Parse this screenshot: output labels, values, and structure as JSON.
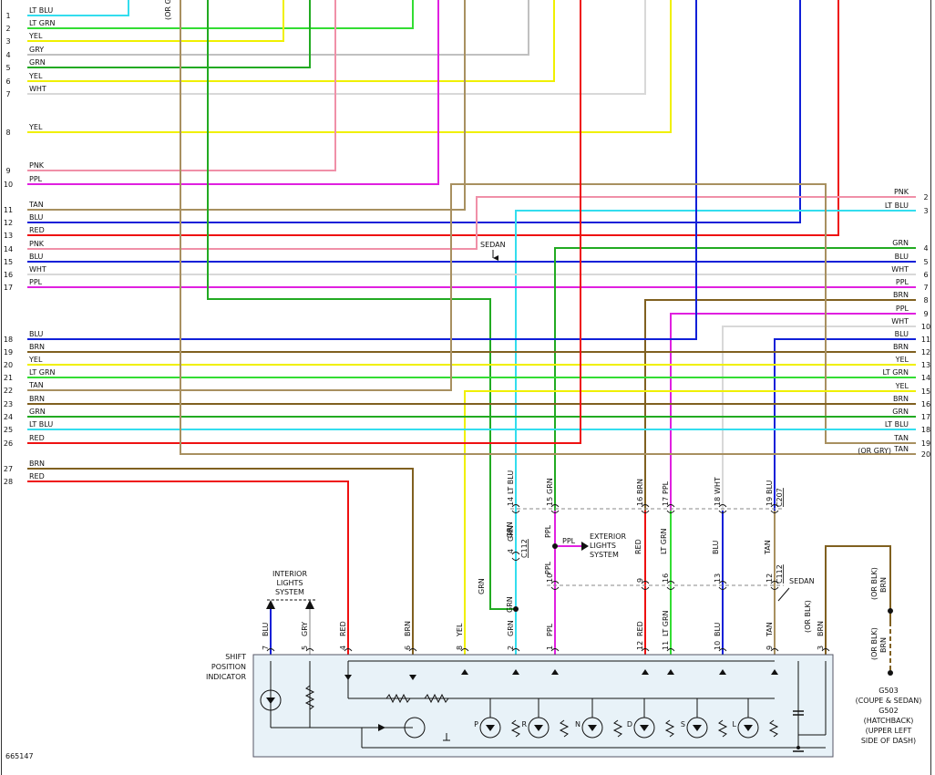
{
  "figure_id": "665147",
  "left_pins": [
    {
      "pin": "1",
      "label": "LT BLU",
      "color": "#33ddee"
    },
    {
      "pin": "2",
      "label": "LT GRN",
      "color": "#33dd33"
    },
    {
      "pin": "3",
      "label": "YEL",
      "color": "#f0f000"
    },
    {
      "pin": "4",
      "label": "GRY",
      "color": "#c0c0c0"
    },
    {
      "pin": "5",
      "label": "GRN",
      "color": "#22aa22"
    },
    {
      "pin": "6",
      "label": "YEL",
      "color": "#f0f000"
    },
    {
      "pin": "7",
      "label": "WHT",
      "color": "#d8d8d8"
    },
    {
      "pin": "8",
      "label": "YEL",
      "color": "#f0f000"
    },
    {
      "pin": "9",
      "label": "PNK",
      "color": "#f090a8"
    },
    {
      "pin": "10",
      "label": "PPL",
      "color": "#e020e0"
    },
    {
      "pin": "11",
      "label": "TAN",
      "color": "#a89060"
    },
    {
      "pin": "12",
      "label": "BLU",
      "color": "#1020d8"
    },
    {
      "pin": "13",
      "label": "RED",
      "color": "#ee1111"
    },
    {
      "pin": "14",
      "label": "PNK",
      "color": "#f090a8"
    },
    {
      "pin": "15",
      "label": "BLU",
      "color": "#1020d8"
    },
    {
      "pin": "16",
      "label": "WHT",
      "color": "#d8d8d8"
    },
    {
      "pin": "17",
      "label": "PPL",
      "color": "#e020e0"
    },
    {
      "pin": "18",
      "label": "BLU",
      "color": "#1020d8"
    },
    {
      "pin": "19",
      "label": "BRN",
      "color": "#806020"
    },
    {
      "pin": "20",
      "label": "YEL",
      "color": "#f0f000"
    },
    {
      "pin": "21",
      "label": "LT GRN",
      "color": "#33dd33"
    },
    {
      "pin": "22",
      "label": "TAN",
      "color": "#a89060"
    },
    {
      "pin": "23",
      "label": "BRN",
      "color": "#806020"
    },
    {
      "pin": "24",
      "label": "GRN",
      "color": "#22aa22"
    },
    {
      "pin": "25",
      "label": "LT BLU",
      "color": "#33ddee"
    },
    {
      "pin": "26",
      "label": "RED",
      "color": "#ee1111"
    },
    {
      "pin": "27",
      "label": "BRN",
      "color": "#806020"
    },
    {
      "pin": "28",
      "label": "RED",
      "color": "#ee1111"
    }
  ],
  "right_pins": [
    {
      "pin": "2",
      "label": "PNK",
      "color": "#f090a8"
    },
    {
      "pin": "3",
      "label": "LT BLU",
      "color": "#33ddee"
    },
    {
      "pin": "4",
      "label": "GRN",
      "color": "#22aa22"
    },
    {
      "pin": "5",
      "label": "BLU",
      "color": "#1020d8"
    },
    {
      "pin": "6",
      "label": "WHT",
      "color": "#d8d8d8"
    },
    {
      "pin": "7",
      "label": "PPL",
      "color": "#e020e0"
    },
    {
      "pin": "8",
      "label": "BRN",
      "color": "#806020"
    },
    {
      "pin": "9",
      "label": "PPL",
      "color": "#e020e0"
    },
    {
      "pin": "10",
      "label": "WHT",
      "color": "#d8d8d8"
    },
    {
      "pin": "11",
      "label": "BLU",
      "color": "#1020d8"
    },
    {
      "pin": "12",
      "label": "BRN",
      "color": "#806020"
    },
    {
      "pin": "13",
      "label": "YEL",
      "color": "#f0f000"
    },
    {
      "pin": "14",
      "label": "LT GRN",
      "color": "#33dd33"
    },
    {
      "pin": "15",
      "label": "YEL",
      "color": "#f0f000"
    },
    {
      "pin": "16",
      "label": "BRN",
      "color": "#806020"
    },
    {
      "pin": "17",
      "label": "GRN",
      "color": "#22aa22"
    },
    {
      "pin": "18",
      "label": "LT BLU",
      "color": "#33ddee"
    },
    {
      "pin": "19",
      "label": "TAN",
      "color": "#a89060"
    },
    {
      "pin": "20",
      "label": "TAN",
      "color": "#a89060",
      "note": "(OR GRY)"
    }
  ],
  "top_clip_label": "(OR G",
  "sedan_label": "SEDAN",
  "connectors": {
    "c207": "C207",
    "c112": "C112"
  },
  "c207_terminals": [
    {
      "pin": "14",
      "label": "LT BLU",
      "color": "#33ddee"
    },
    {
      "pin": "15",
      "label": "GRN",
      "color": "#22aa22"
    },
    {
      "pin": "16",
      "label": "BRN",
      "color": "#806020"
    },
    {
      "pin": "17",
      "label": "PPL",
      "color": "#e020e0"
    },
    {
      "pin": "18",
      "label": "WHT",
      "color": "#d8d8d8"
    },
    {
      "pin": "19",
      "label": "BLU",
      "color": "#1020d8"
    }
  ],
  "c112_top_terminals": [
    {
      "pin": "4",
      "label": "GRN",
      "color": "#22aa22"
    }
  ],
  "c112_terminals": [
    {
      "pin": "10",
      "label": "PPL",
      "color": "#e020e0"
    },
    {
      "pin": "9",
      "label": "RED",
      "color": "#ee1111"
    },
    {
      "pin": "16",
      "label": "LT GRN",
      "color": "#33dd33"
    },
    {
      "pin": "13",
      "label": "BLU",
      "color": "#1020d8"
    },
    {
      "pin": "12",
      "label": "TAN",
      "color": "#a89060"
    }
  ],
  "exterior_lights": {
    "wire": "PPL",
    "lines": [
      "EXTERIOR",
      "LIGHTS",
      "SYSTEM"
    ]
  },
  "interior_lights": {
    "lines": [
      "INTERIOR",
      "LIGHTS",
      "SYSTEM"
    ]
  },
  "mid_wire_labels": {
    "grn": "GRN",
    "ltblu": "LT BLU",
    "grn2": "GRN",
    "ppl": "PPL",
    "brn": "BRN",
    "ppl2": "PPL",
    "wht": "WHT",
    "blu": "BLU",
    "ppl3": "PPL",
    "red": "RED",
    "ltgrn": "LT GRN",
    "blu2": "BLU",
    "tan": "TAN",
    "grn3": "GRN"
  },
  "module": {
    "title_lines": [
      "SHIFT",
      "POSITION",
      "INDICATOR"
    ],
    "terminals": [
      {
        "pin": "7",
        "label": "BLU",
        "color": "#1020d8"
      },
      {
        "pin": "5",
        "label": "GRY",
        "color": "#c0c0c0"
      },
      {
        "pin": "4",
        "label": "RED",
        "color": "#ee1111"
      },
      {
        "pin": "6",
        "label": "BRN",
        "color": "#806020"
      },
      {
        "pin": "8",
        "label": "YEL",
        "color": "#f0f000"
      },
      {
        "pin": "2",
        "label": "GRN",
        "color": "#22aa22"
      },
      {
        "pin": "1",
        "label": "PPL",
        "color": "#e020e0"
      },
      {
        "pin": "12",
        "label": "RED",
        "color": "#ee1111"
      },
      {
        "pin": "11",
        "label": "LT GRN",
        "color": "#33dd33"
      },
      {
        "pin": "10",
        "label": "BLU",
        "color": "#1020d8"
      },
      {
        "pin": "9",
        "label": "TAN",
        "color": "#a89060"
      },
      {
        "pin": "3",
        "label": "BRN",
        "color": "#806020",
        "alt": "(OR BLK)"
      }
    ],
    "gear_leds": [
      "P",
      "R",
      "N",
      "D",
      "S",
      "L"
    ]
  },
  "ground": {
    "upper_wire": "BRN",
    "upper_alt": "(OR BLK)",
    "lower_wire": "BRN",
    "lower_alt": "(OR BLK)",
    "lines": [
      "G503",
      "(COUPE & SEDAN)",
      "G502",
      "(HATCHBACK)",
      "(UPPER LEFT",
      "SIDE OF DASH)"
    ]
  }
}
